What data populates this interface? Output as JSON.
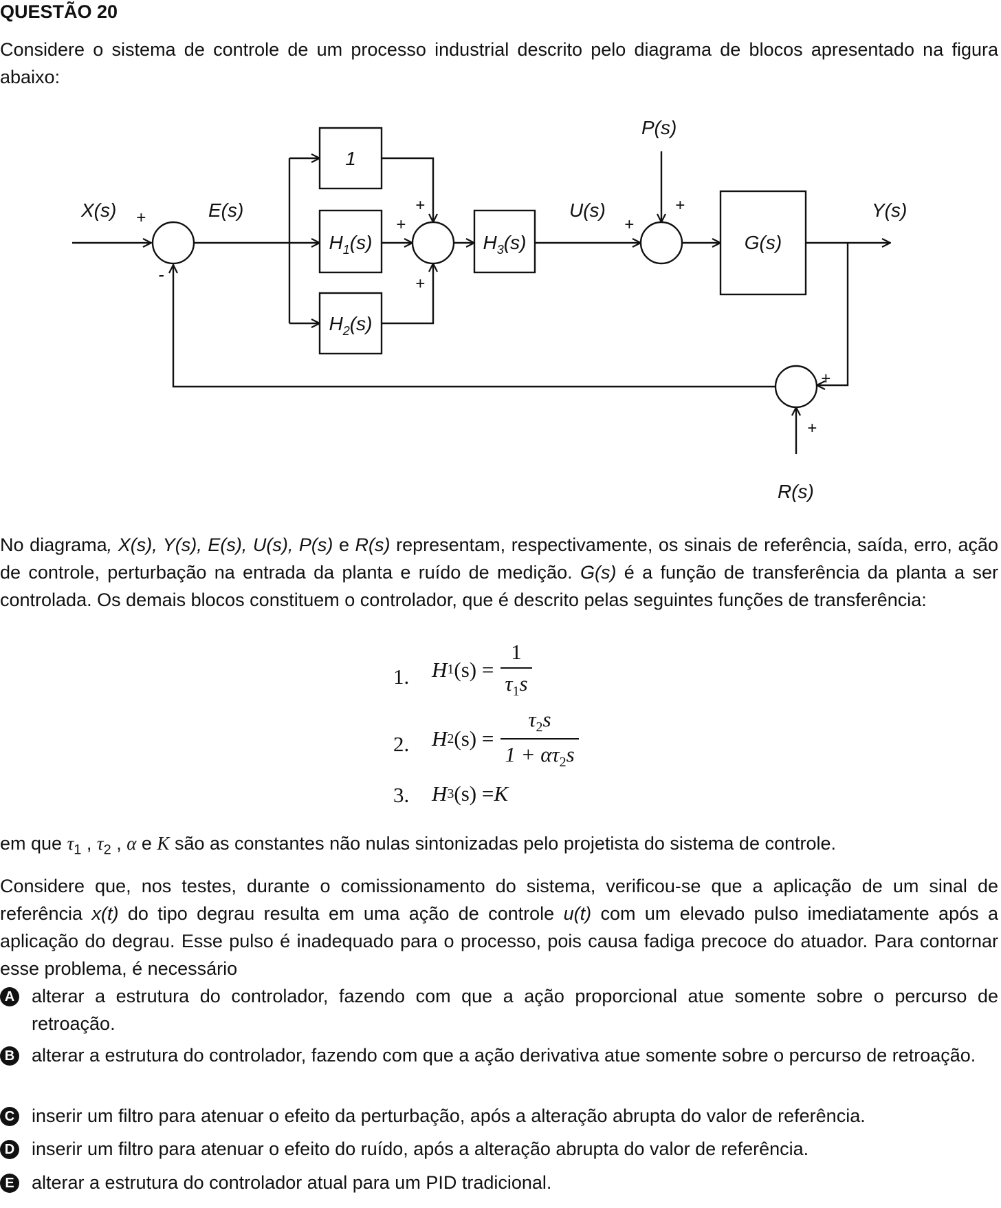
{
  "question": {
    "title": "QUESTÃO 20",
    "intro": "Considere o sistema de controle de um processo industrial descrito pelo diagrama de blocos apresentado na figura abaixo:"
  },
  "diagram": {
    "signals": {
      "x": "X(s)",
      "e": "E(s)",
      "u": "U(s)",
      "p": "P(s)",
      "y": "Y(s)",
      "r": "R(s)"
    },
    "blocks": {
      "one": "1",
      "h1": {
        "base": "H",
        "sub": "1",
        "tail": "(s)"
      },
      "h2": {
        "base": "H",
        "sub": "2",
        "tail": "(s)"
      },
      "h3": {
        "base": "H",
        "sub": "3",
        "tail": "(s)"
      },
      "g": "G(s)"
    },
    "signs": {
      "plus": "+",
      "minus": "-"
    }
  },
  "description": {
    "p1": "No diagrama",
    "sig_list": ", X(s), Y(s), E(s), U(s), P(s)",
    "p2": " e ",
    "r": "R(s)",
    "p3": " representam, respectivamente, os sinais de referência, saída, erro, ação de controle, perturbação na entrada da planta e ruído de medição. ",
    "g": "G(s)",
    "p4": " é a função de transferência da planta a ser controlada. Os demais blocos constituem o controlador, que é descrito pelas seguintes funções de transferência:"
  },
  "equations": [
    {
      "n": "1.",
      "lhs_base": "H",
      "lhs_sub": "1",
      "lhs_tail": " (s) =",
      "num": "1",
      "den_base": "τ",
      "den_sub": "1",
      "den_tail": "s"
    },
    {
      "n": "2.",
      "lhs_base": "H",
      "lhs_sub": "2",
      "lhs_tail": " (s) =",
      "num_base": "τ",
      "num_sub": "2",
      "num_tail": "s",
      "den_pre": "1 + ατ",
      "den_sub": "2",
      "den_tail": "s"
    },
    {
      "n": "3.",
      "lhs_base": "H",
      "lhs_sub": "3",
      "lhs_tail": " (s) = ",
      "rhs": "K"
    }
  ],
  "constants_line": {
    "pre": "em que",
    "t1": "τ",
    "t1_sub": "1",
    "sep1": " , ",
    "t2": "τ",
    "t2_sub": "2",
    "sep2": " , ",
    "alpha": "α",
    "and": " e ",
    "k": "K",
    "post": " são as constantes não nulas sintonizadas pelo projetista do sistema de controle."
  },
  "scenario": {
    "p1": "Considere que, nos testes, durante o comissionamento do sistema, verificou-se que a aplicação de um sinal de referência ",
    "xt": "x(t)",
    "p2": " do tipo degrau resulta em uma ação de controle ",
    "ut": "u(t)",
    "p3": " com um elevado pulso imediatamente após a aplicação do degrau. Esse pulso é inadequado para o processo, pois causa fadiga precoce do atuador. Para contornar esse problema, é necessário"
  },
  "options": [
    {
      "letter": "A",
      "text": "alterar a estrutura do controlador, fazendo com que a ação proporcional atue somente sobre o percurso de retroação."
    },
    {
      "letter": "B",
      "text": "alterar a estrutura do controlador, fazendo com que a ação derivativa atue somente sobre o percurso de retroação."
    },
    {
      "letter": "C",
      "text": "inserir um filtro para atenuar o efeito da perturbação, após a alteração abrupta do valor de referência."
    },
    {
      "letter": "D",
      "text": "inserir um filtro para atenuar o efeito do ruído, após a alteração abrupta do valor de referência."
    },
    {
      "letter": "E",
      "text": "alterar a estrutura do controlador atual para um PID tradicional."
    }
  ]
}
